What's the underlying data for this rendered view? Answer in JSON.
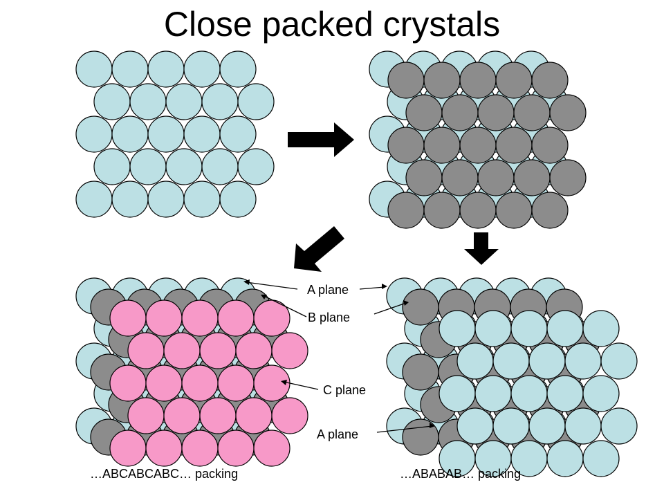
{
  "title": "Close packed crystals",
  "colors": {
    "a_layer": "#bce0e4",
    "b_layer": "#8c8c8c",
    "c_layer": "#f799c8",
    "outline": "#000000",
    "arrow": "#000000"
  },
  "labels": {
    "a_plane_top": "A plane",
    "b_plane": "B plane",
    "c_plane": "C plane",
    "a_plane_bottom": "A plane"
  },
  "captions": {
    "abc": "…ABCABCABC… packing",
    "abab": "…ABABAB… packing"
  }
}
